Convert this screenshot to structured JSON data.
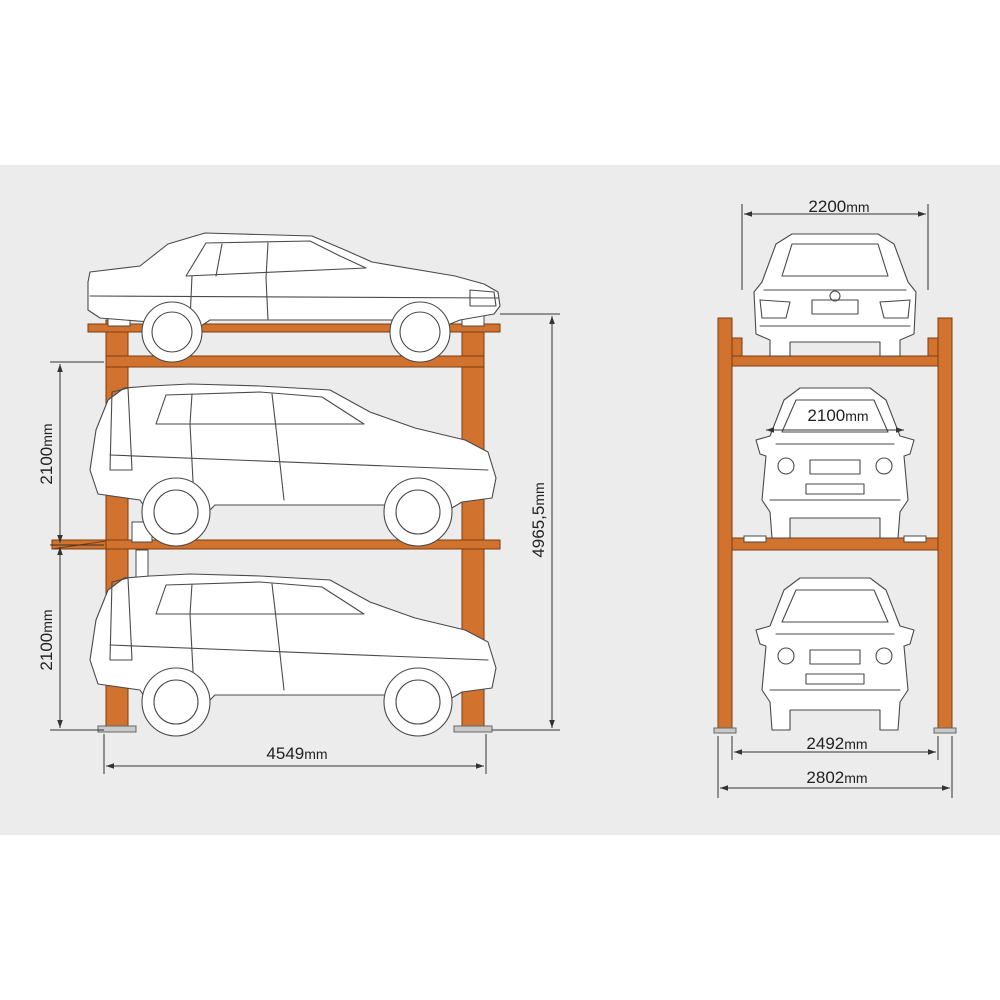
{
  "colors": {
    "frame": "#d2722f",
    "frame_edge": "#7a3d10",
    "background_panel": "#ececec",
    "outline": "#4a4a4a"
  },
  "dimensions": {
    "side_level_height_upper": {
      "value": "2100",
      "unit": "mm"
    },
    "side_level_height_lower": {
      "value": "2100",
      "unit": "mm"
    },
    "side_total_height": {
      "value": "4965,5",
      "unit": "mm"
    },
    "side_length": {
      "value": "4549",
      "unit": "mm"
    },
    "front_top_width": {
      "value": "2200",
      "unit": "mm"
    },
    "front_inner_width": {
      "value": "2100",
      "unit": "mm"
    },
    "front_platform_width": {
      "value": "2492",
      "unit": "mm"
    },
    "front_overall_width": {
      "value": "2802",
      "unit": "mm"
    }
  }
}
